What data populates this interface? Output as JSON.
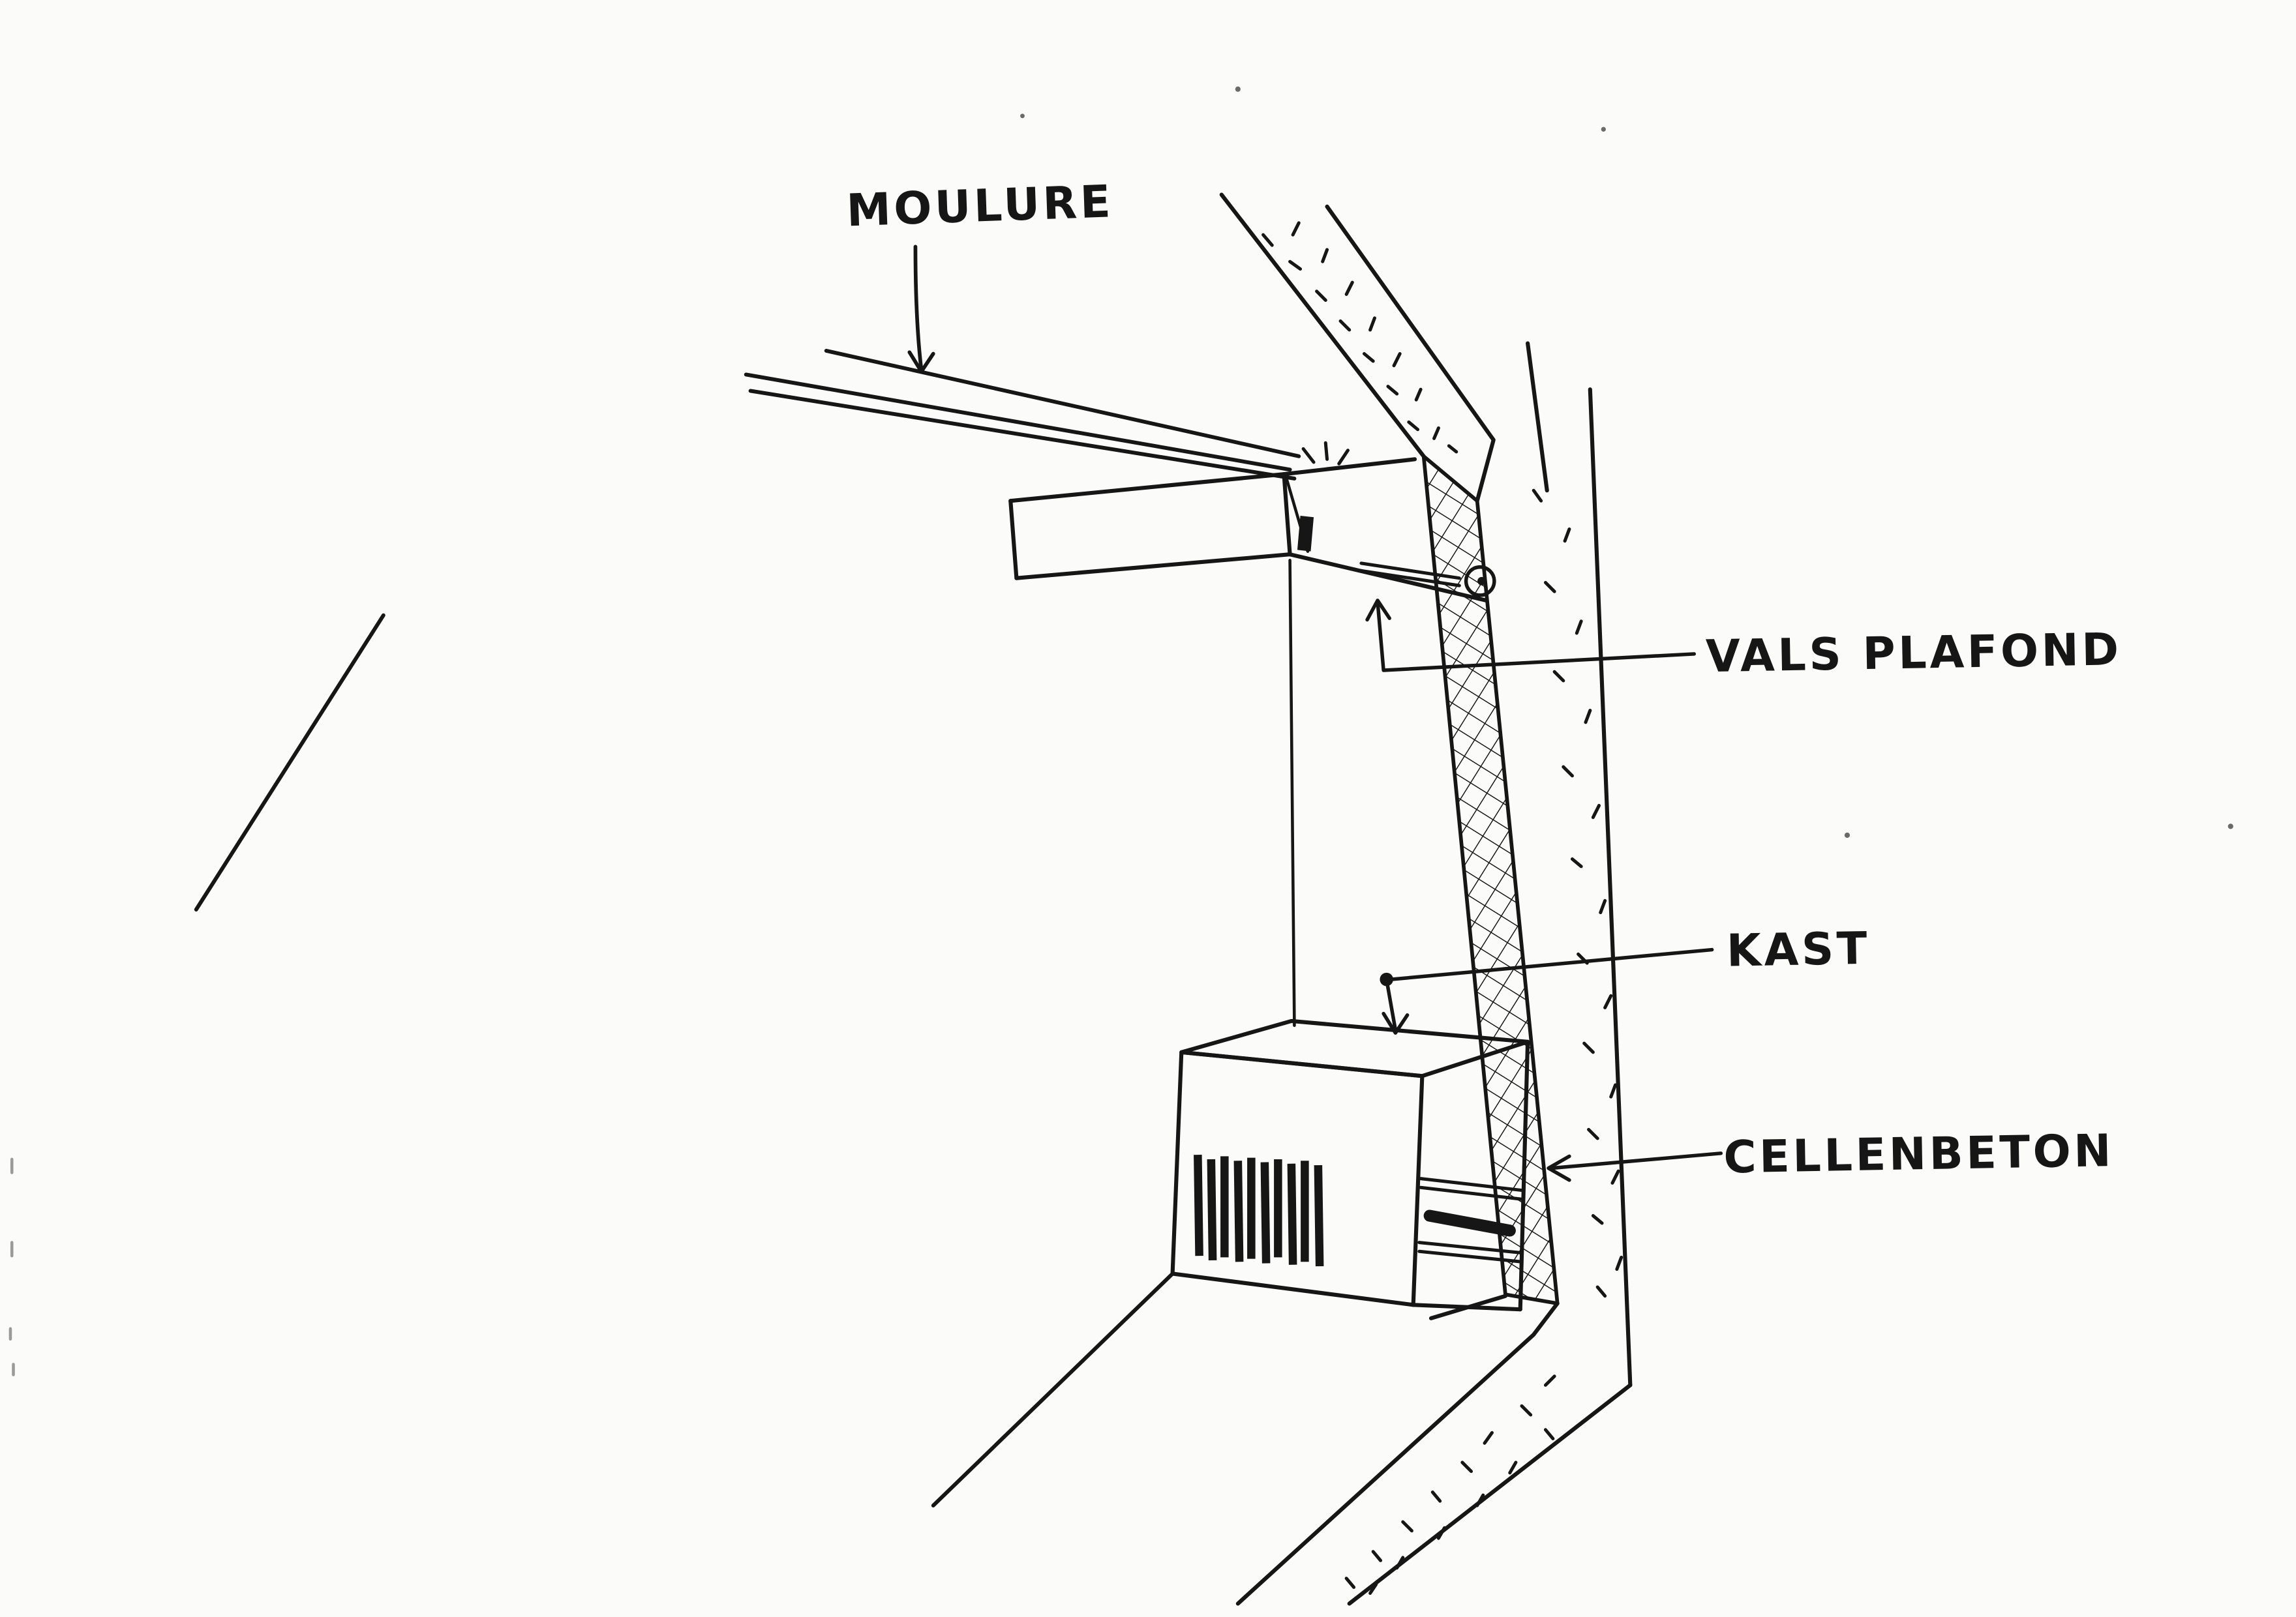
{
  "page": {
    "background_color": "#fbfbf9",
    "ink_color": "#161616"
  },
  "annotations": {
    "moulure": {
      "label": "MOULURE"
    },
    "vals_plafond": {
      "label": "VALS PLAFOND"
    },
    "kast": {
      "label": "KAST"
    },
    "cellenbeton": {
      "label": "CELLENBETON"
    }
  }
}
